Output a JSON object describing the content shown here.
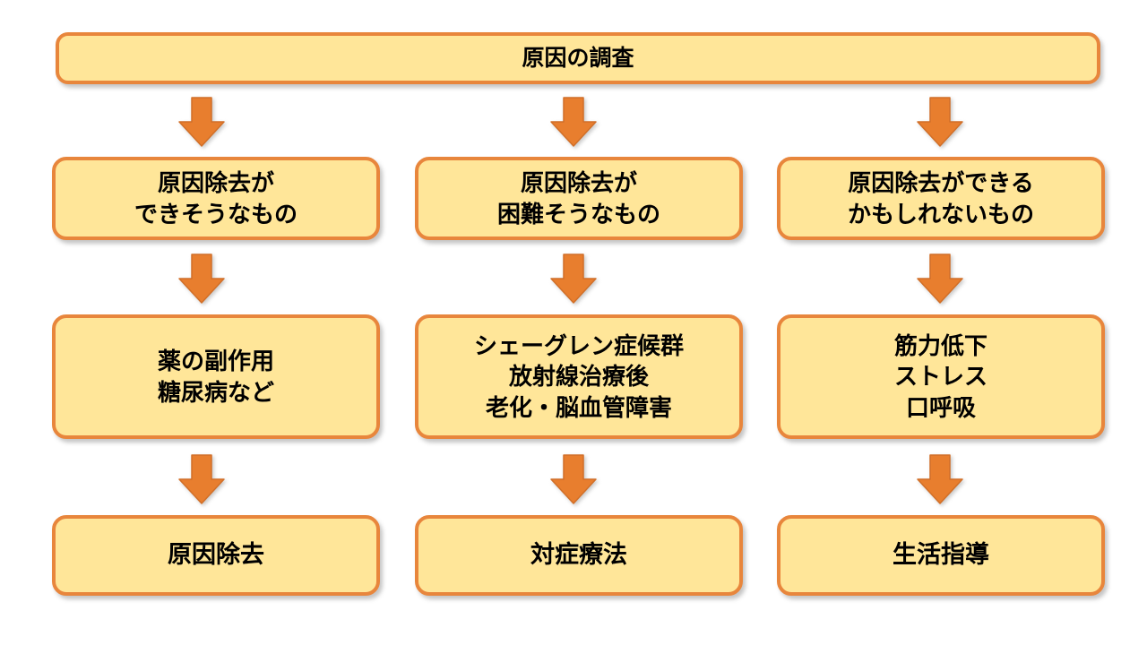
{
  "flowchart": {
    "title": "原因の調査",
    "columns": [
      {
        "category_lines": [
          "原因除去が",
          "できそうなもの"
        ],
        "example_lines": [
          "薬の副作用",
          "糖尿病など"
        ],
        "outcome": "原因除去"
      },
      {
        "category_lines": [
          "原因除去が",
          "困難そうなもの"
        ],
        "example_lines": [
          "シェーグレン症候群",
          "放射線治療後",
          "老化・脳血管障害"
        ],
        "outcome": "対症療法"
      },
      {
        "category_lines": [
          "原因除去ができる",
          "かもしれないもの"
        ],
        "example_lines": [
          "筋力低下",
          "ストレス",
          "口呼吸"
        ],
        "outcome": "生活指導"
      }
    ],
    "colors": {
      "background": "#FFFFFF",
      "box_fill": "#FFE699",
      "box_border": "#E8863C",
      "arrow_fill": "#E87E2E",
      "arrow_outline": "#D16F28",
      "text": "#000000"
    }
  }
}
